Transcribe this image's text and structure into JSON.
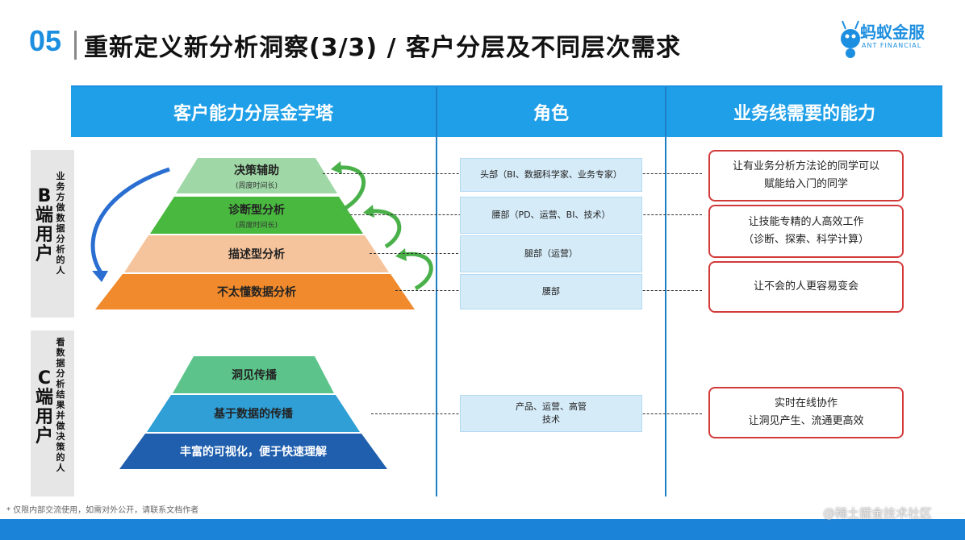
{
  "header": {
    "number": "05",
    "title": "重新定义新分析洞察(3/3) / 客户分层及不同层次需求"
  },
  "logo": {
    "text": "蚂蚁金服",
    "sub": "ANT FINANCIAL"
  },
  "columns": [
    "客户能力分层金字塔",
    "角色",
    "业务线需要的能力"
  ],
  "segments": {
    "b": {
      "main": "B端用户",
      "sub": "业务方做数据分析的人"
    },
    "c": {
      "main": "C端用户",
      "sub": "看数据分析结果并做决策的人"
    }
  },
  "pyramid_b": [
    {
      "label": "决策辅助",
      "sub": "(周度时间长)",
      "color": "#9fd8a6"
    },
    {
      "label": "诊断型分析",
      "sub": "(周度时间长)",
      "color": "#49b83f"
    },
    {
      "label": "描述型分析",
      "color": "#f6c49c"
    },
    {
      "label": "不太懂数据分析",
      "color": "#f08a2c"
    }
  ],
  "pyramid_c": [
    {
      "label": "洞见传播",
      "color": "#5cc48a"
    },
    {
      "label": "基于数据的传播",
      "color": "#2f9fd6"
    },
    {
      "label": "丰富的可视化，便于快速理解",
      "color": "#1f5fae"
    }
  ],
  "roles_b": [
    "头部（BI、数据科学家、业务专家）",
    "腰部（PD、运营、BI、技术）",
    "腿部（运营）",
    "腰部"
  ],
  "roles_c": [
    "产品、运营、高管",
    "技术"
  ],
  "capabilities_b": [
    [
      "让有业务分析方法论的同学可以",
      "赋能给入门的同学"
    ],
    [
      "让技能专精的人高效工作",
      "（诊断、探索、科学计算）"
    ],
    [
      "让不会的人更容易变会"
    ]
  ],
  "capabilities_c": [
    "实时在线协作",
    "让洞见产生、流通更高效"
  ],
  "footer": "* 仅限内部交流使用，如需对外公开，请联系文档作者",
  "watermark": "@稀土掘金技术社区"
}
